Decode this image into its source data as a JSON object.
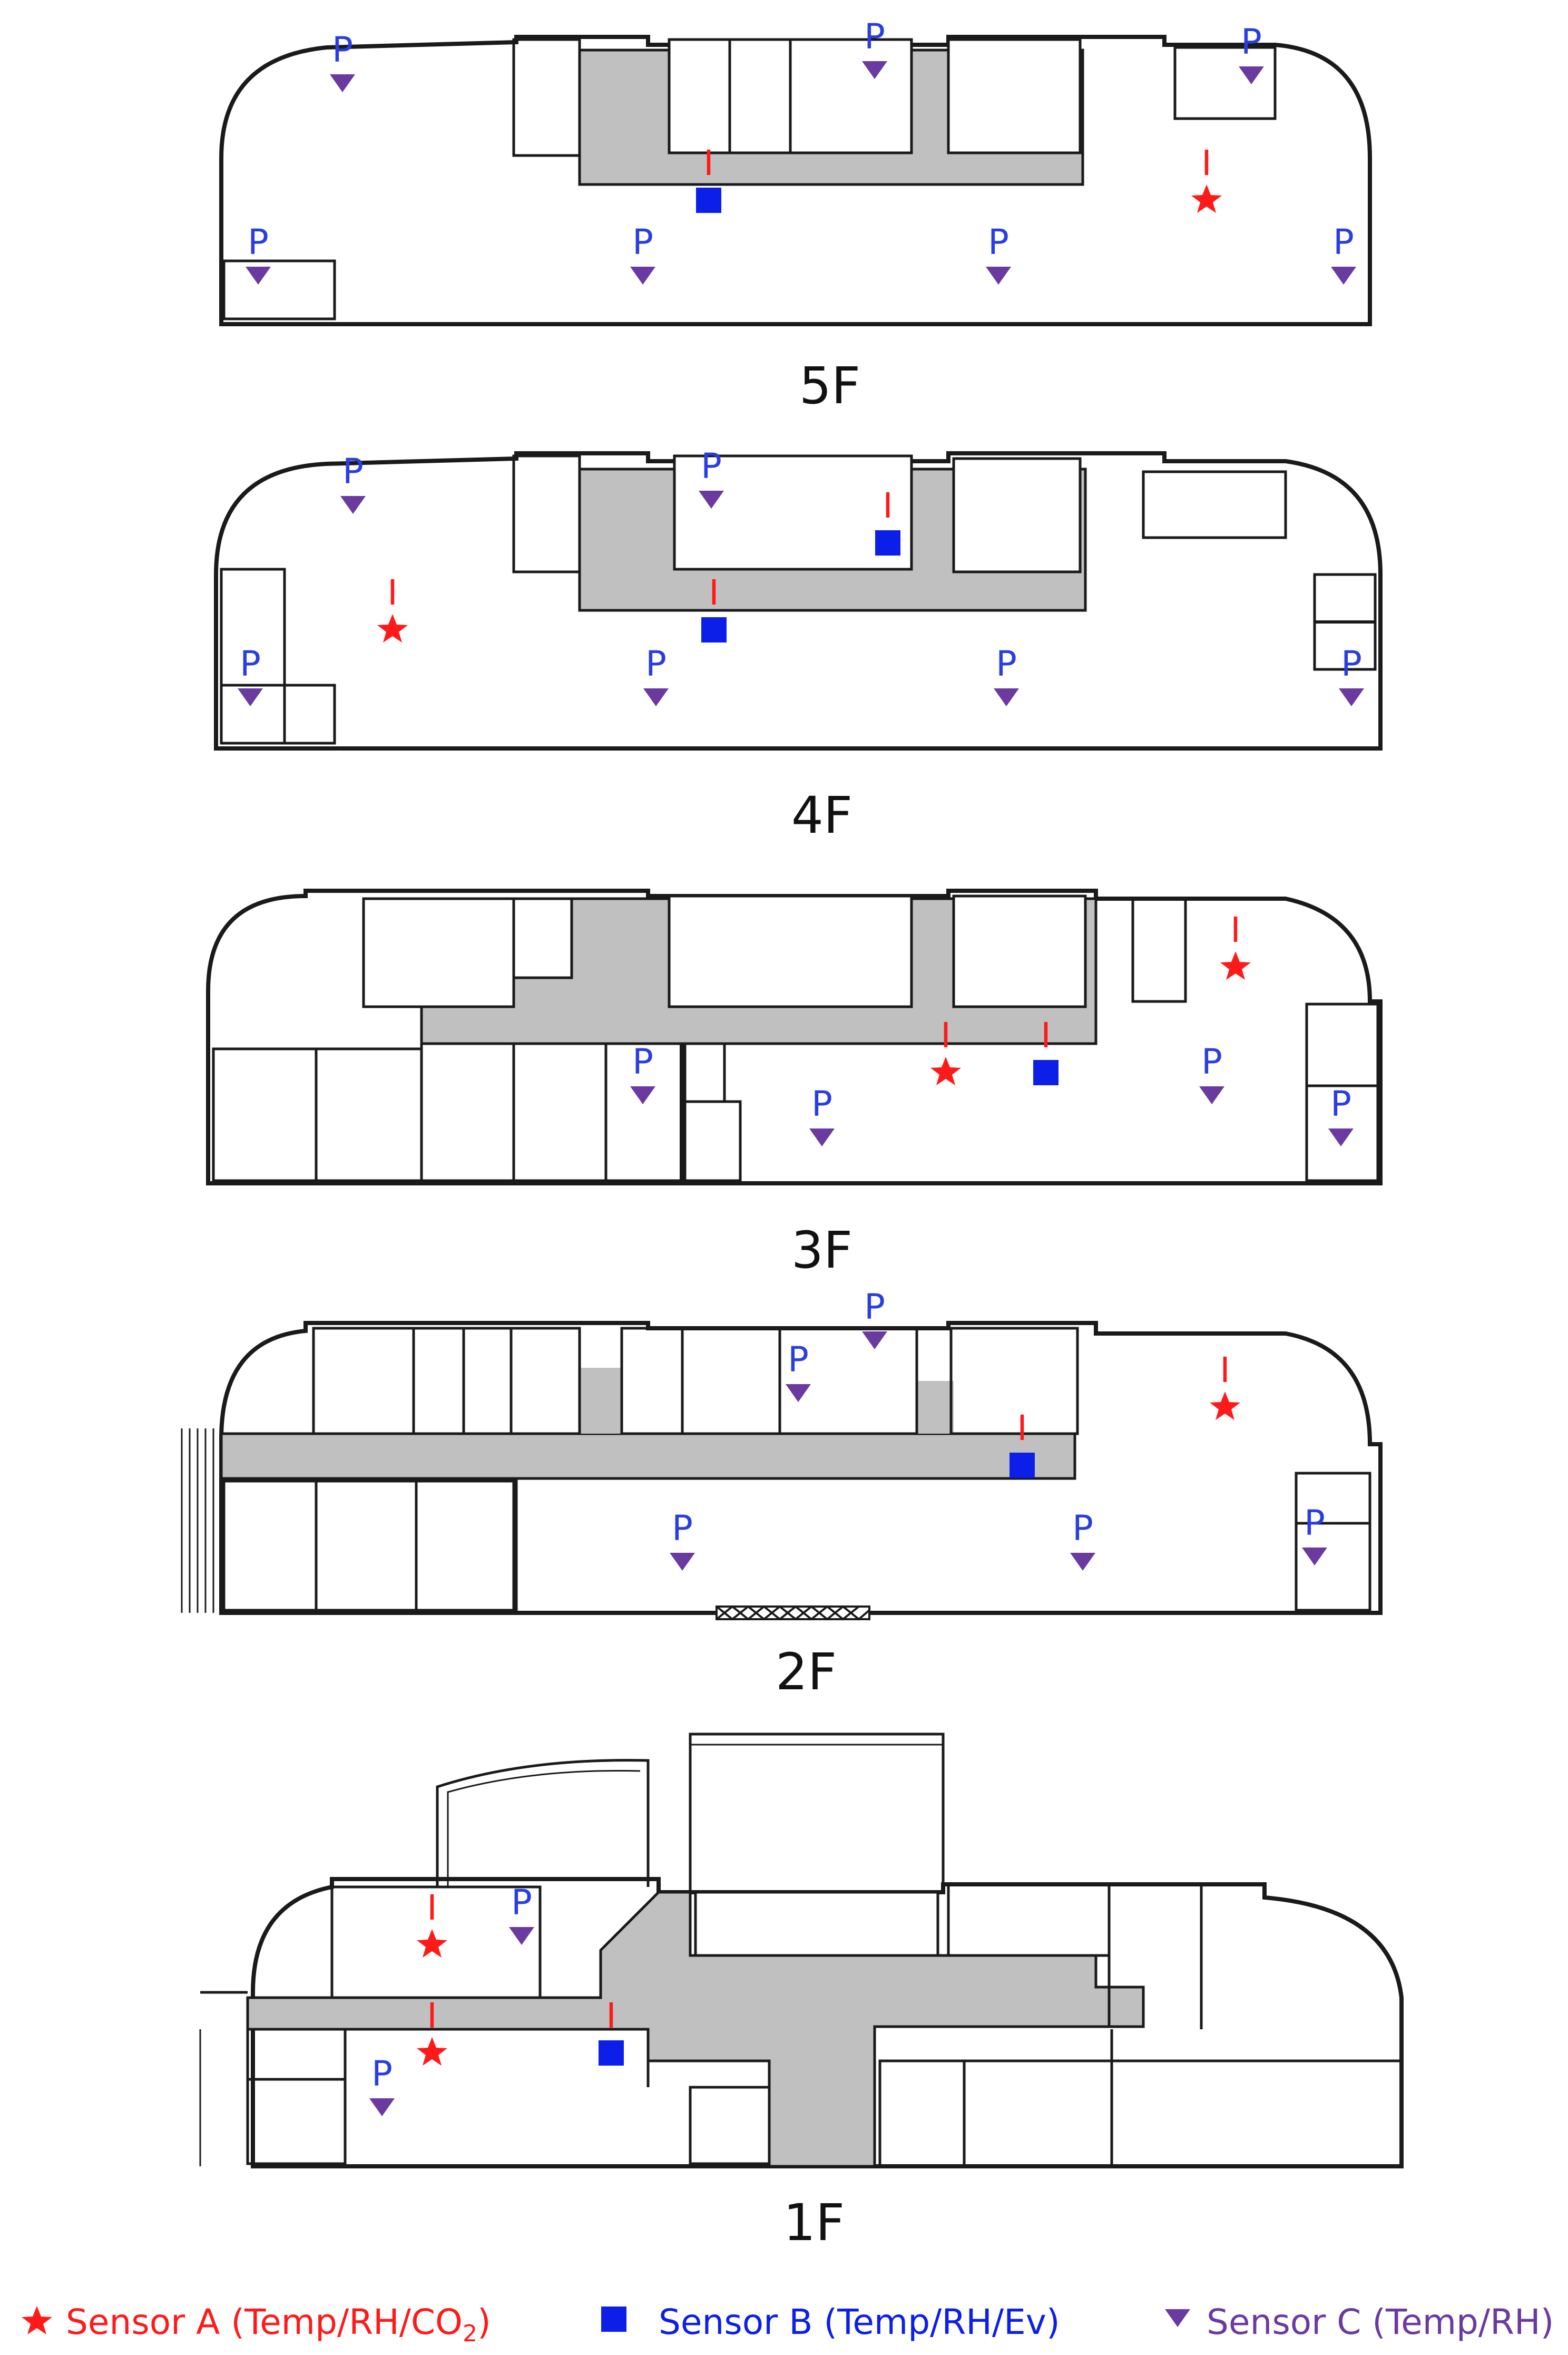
{
  "colors": {
    "sensor_a": "#ff1a1a",
    "sensor_b": "#0b1fe8",
    "sensor_c": "#6b3aa0",
    "letter_p": "#2a3ee0",
    "letter_i": "#ff1a1a",
    "corridor": "#c0c0c0",
    "wall": "#1a1a1a"
  },
  "marker_letters": {
    "ambient": "P",
    "indoor": "I"
  },
  "legend": {
    "sensor_a_prefix": "Sensor A (Temp/RH/CO",
    "sensor_a_sub": "2",
    "sensor_a_suffix": ")",
    "sensor_b": "Sensor B (Temp/RH/Ev)",
    "sensor_c": "Sensor C (Temp/RH)"
  },
  "floors": [
    {
      "id": "5F",
      "label": "5F"
    },
    {
      "id": "4F",
      "label": "4F"
    },
    {
      "id": "3F",
      "label": "3F"
    },
    {
      "id": "2F",
      "label": "2F"
    },
    {
      "id": "1F",
      "label": "1F"
    }
  ],
  "sensor_counts": {
    "5F": {
      "A": 1,
      "B": 1,
      "C": 7
    },
    "4F": {
      "A": 1,
      "B": 2,
      "C": 6
    },
    "3F": {
      "A": 2,
      "B": 1,
      "C": 4
    },
    "2F": {
      "A": 1,
      "B": 1,
      "C": 5
    },
    "1F": {
      "A": 2,
      "B": 1,
      "C": 2
    }
  }
}
